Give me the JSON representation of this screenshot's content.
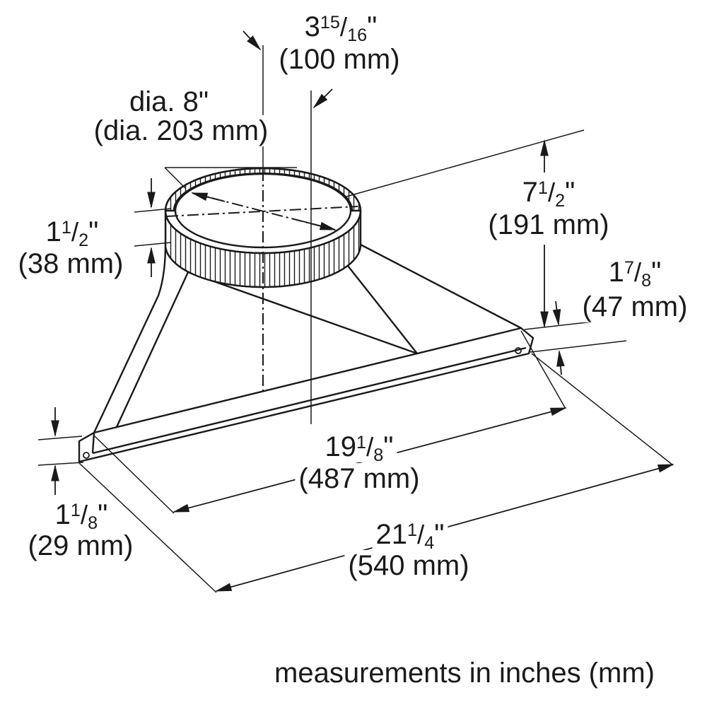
{
  "colors": {
    "ink": "#1a1a1a",
    "background": "#ffffff"
  },
  "caption": "measurements in inches (mm)",
  "fraction_separator": "/",
  "dimensions": {
    "collar_offset": {
      "whole": "3",
      "num": "15",
      "den": "16",
      "unit": "\"",
      "metric": "(100 mm)"
    },
    "collar_diameter": {
      "label": "dia. 8\"",
      "metric": "(dia. 203 mm)"
    },
    "collar_height": {
      "whole": "7",
      "num": "1",
      "den": "2",
      "unit": "\"",
      "metric": "(191 mm)"
    },
    "band_height": {
      "whole": "1",
      "num": "1",
      "den": "2",
      "unit": "\"",
      "metric": "(38 mm)"
    },
    "flange_lip": {
      "whole": "1",
      "num": "7",
      "den": "8",
      "unit": "\"",
      "metric": "(47 mm)"
    },
    "base_length_inner": {
      "whole": "19",
      "num": "1",
      "den": "8",
      "unit": "\"",
      "metric": "(487 mm)"
    },
    "base_length_outer": {
      "whole": "21",
      "num": "1",
      "den": "4",
      "unit": "\"",
      "metric": "(540 mm)"
    },
    "flange_height": {
      "whole": "1",
      "num": "1",
      "den": "8",
      "unit": "\"",
      "metric": "(29 mm)"
    }
  }
}
